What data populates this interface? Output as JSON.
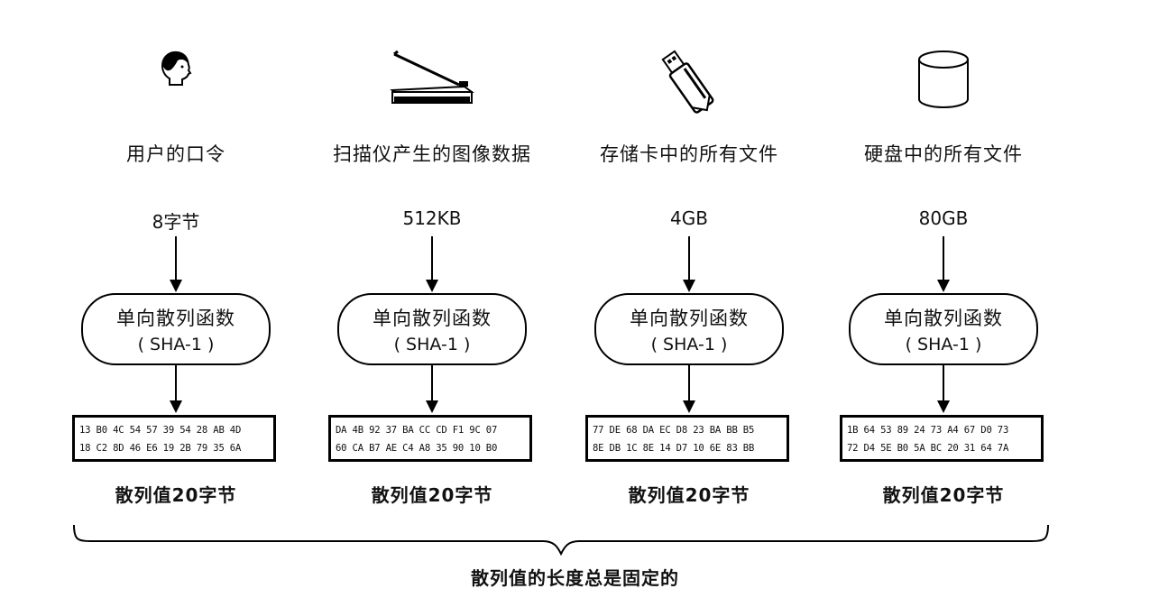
{
  "columns": [
    {
      "icon": "user-head-icon",
      "source": "用户的口令",
      "size": "8字节",
      "hash_function": {
        "name": "单向散列函数",
        "algorithm": "( SHA-1 )"
      },
      "hash_lines": [
        "13 B0 4C 54 57 39 54 28 AB 4D",
        "18 C2 8D 46 E6 19 2B 79 35 6A"
      ],
      "hash_caption": "散列值20字节"
    },
    {
      "icon": "scanner-icon",
      "source": "扫描仪产生的图像数据",
      "size": "512KB",
      "hash_function": {
        "name": "单向散列函数",
        "algorithm": "( SHA-1 )"
      },
      "hash_lines": [
        "DA 4B 92 37 BA CC CD F1 9C 07",
        "60 CA B7 AE C4 A8 35 90 10 B0"
      ],
      "hash_caption": "散列值20字节"
    },
    {
      "icon": "usb-drive-icon",
      "source": "存储卡中的所有文件",
      "size": "4GB",
      "hash_function": {
        "name": "单向散列函数",
        "algorithm": "( SHA-1 )"
      },
      "hash_lines": [
        "77 DE 68 DA EC D8 23 BA BB B5",
        "8E DB 1C 8E 14 D7 10 6E 83 BB"
      ],
      "hash_caption": "散列值20字节"
    },
    {
      "icon": "hard-disk-icon",
      "source": "硬盘中的所有文件",
      "size": "80GB",
      "hash_function": {
        "name": "单向散列函数",
        "algorithm": "( SHA-1 )"
      },
      "hash_lines": [
        "1B 64 53 89 24 73 A4 67 D0 73",
        "72 D4 5E B0 5A BC 20 31 64 7A"
      ],
      "hash_caption": "散列值20字节"
    }
  ],
  "summary": "散列值的长度总是固定的"
}
